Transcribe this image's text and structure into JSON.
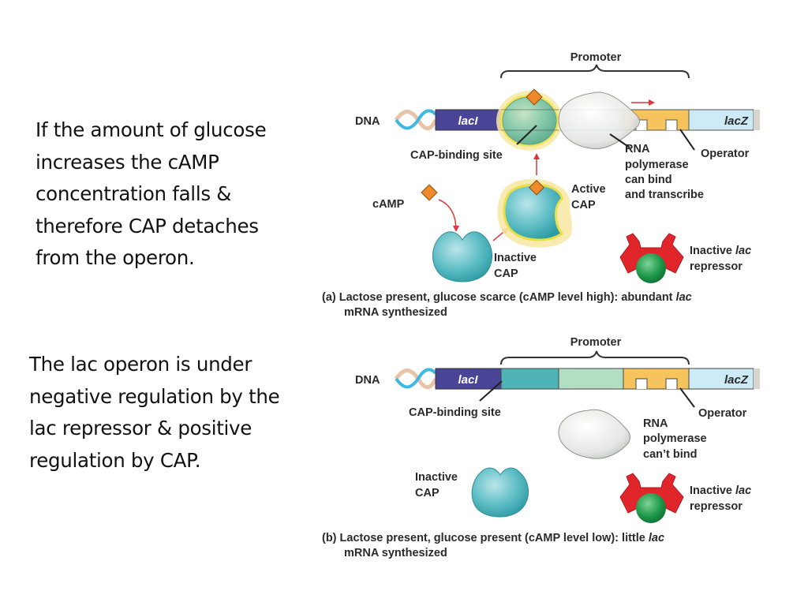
{
  "slide": {
    "text_top": [
      "If the amount of glucose",
      "increases the cAMP",
      "concentration falls &",
      "therefore CAP detaches",
      "from the operon."
    ],
    "text_bottom": [
      "The lac operon is under",
      "negative regulation by the",
      "lac repressor  &  positive",
      "regulation by CAP."
    ]
  },
  "diagram": {
    "colors": {
      "lacI": "#4b4597",
      "cap_site": "#4eb3b6",
      "promoter_mid": "#b2dfc4",
      "operator": "#f7c35c",
      "lacZ": "#cdebf6",
      "dna_end": "#d8d6cf",
      "cap_protein": "#5cbcc4",
      "camp": "#ee8a2b",
      "glow": "#f2e34a",
      "repressor": "#e0262b",
      "inducer": "#1f9a4a",
      "rna_pol": "#e4e5e2",
      "arrow_red": "#e0353c"
    },
    "panel_a": {
      "dna_label": "DNA",
      "promoter_label": "Promoter",
      "lacI_label": "lacI",
      "lacZ_label": "lacZ",
      "cap_binding_site_label": "CAP-binding site",
      "operator_label": "Operator",
      "rna_pol_label": [
        "RNA",
        "polymerase",
        "can bind",
        "and transcribe"
      ],
      "camp_label": "cAMP",
      "active_cap_label": [
        "Active",
        "CAP"
      ],
      "inactive_cap_label": [
        "Inactive",
        "CAP"
      ],
      "repressor_label_1": "Inactive ",
      "repressor_label_1_italic": "lac",
      "repressor_label_2": "repressor",
      "caption_line1_pre": "(a) Lactose present, glucose scarce (cAMP level high): abundant ",
      "caption_line1_italic": "lac",
      "caption_line2": "mRNA synthesized"
    },
    "panel_b": {
      "dna_label": "DNA",
      "promoter_label": "Promoter",
      "lacI_label": "lacI",
      "lacZ_label": "lacZ",
      "cap_binding_site_label": "CAP-binding site",
      "operator_label": "Operator",
      "rna_pol_label": [
        "RNA",
        "polymerase",
        "can’t bind"
      ],
      "inactive_cap_label": [
        "Inactive",
        "CAP"
      ],
      "repressor_label_1": "Inactive ",
      "repressor_label_1_italic": "lac",
      "repressor_label_2": "repressor",
      "caption_line1_pre": "(b) Lactose present, glucose present (cAMP level low): little ",
      "caption_line1_italic": "lac",
      "caption_line2": "mRNA synthesized"
    }
  }
}
